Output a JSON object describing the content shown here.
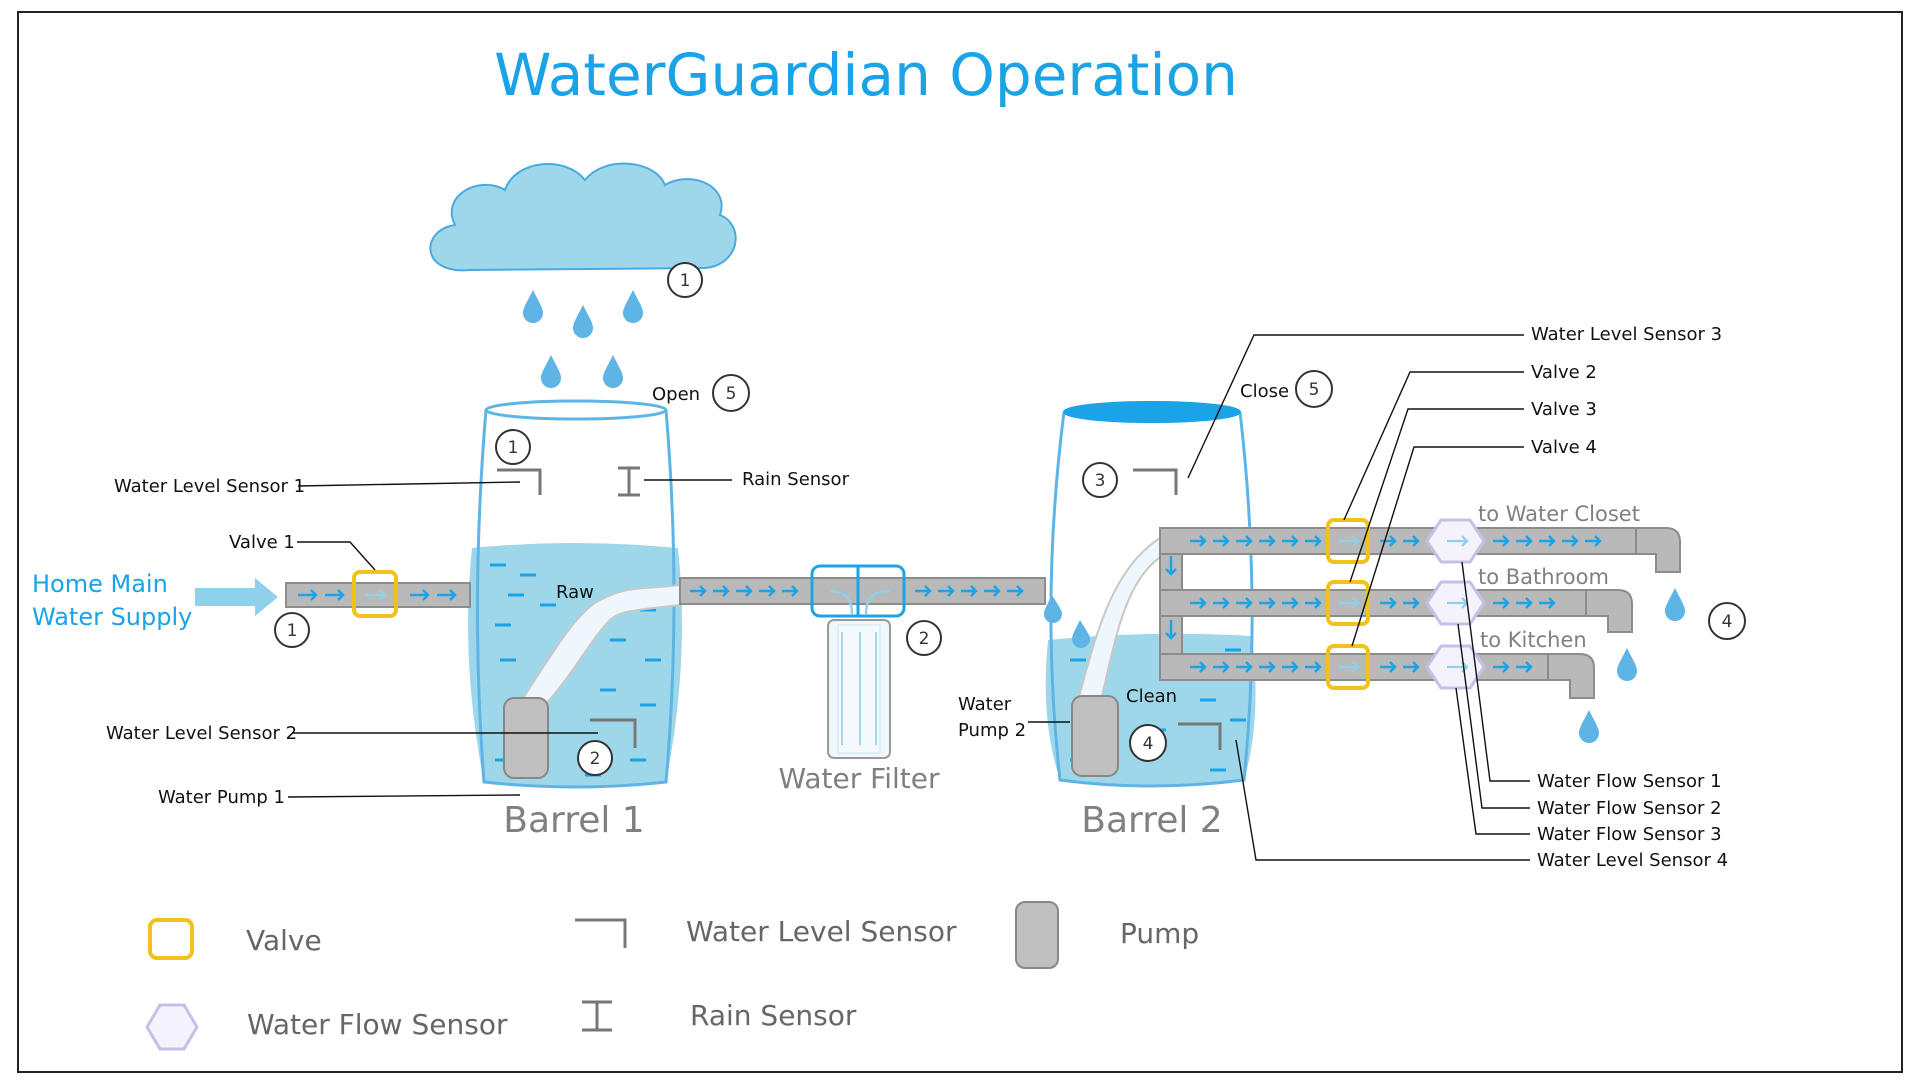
{
  "title": "WaterGuardian Operation",
  "source_label_line1": "Home Main",
  "source_label_line2": "Water Supply",
  "labels": {
    "water_level_sensor_1": "Water Level Sensor 1",
    "valve_1": "Valve 1",
    "water_level_sensor_2": "Water Level Sensor 2",
    "water_pump_1": "Water Pump 1",
    "rain_sensor": "Rain Sensor",
    "open": "Open",
    "close": "Close",
    "raw": "Raw",
    "clean": "Clean",
    "water_pump_2_line1": "Water",
    "water_pump_2_line2": "Pump 2",
    "water_level_sensor_3": "Water Level Sensor 3",
    "valve_2": "Valve 2",
    "valve_3": "Valve 3",
    "valve_4": "Valve 4",
    "water_flow_sensor_1": "Water Flow Sensor 1",
    "water_flow_sensor_2": "Water Flow Sensor 2",
    "water_flow_sensor_3": "Water Flow Sensor 3",
    "water_level_sensor_4": "Water Level Sensor 4"
  },
  "components": {
    "barrel_1": "Barrel 1",
    "barrel_2": "Barrel 2",
    "water_filter": "Water Filter"
  },
  "outlets": {
    "water_closet": "to Water Closet",
    "bathroom": "to Bathroom",
    "kitchen": "to Kitchen"
  },
  "step_numbers": {
    "cloud": "1",
    "barrel1_top": "1",
    "supply": "1",
    "barrel1_bottom": "2",
    "filter": "2",
    "barrel2_top": "3",
    "barrel2_bottom": "4",
    "outlets": "4",
    "open": "5",
    "close": "5"
  },
  "legend": {
    "valve": "Valve",
    "water_level_sensor": "Water Level Sensor",
    "pump": "Pump",
    "water_flow_sensor": "Water Flow Sensor",
    "rain_sensor": "Rain Sensor"
  },
  "colors": {
    "title": "#1aa3e6",
    "water": "#9fd7ea",
    "valve": "#f3c21a",
    "flow_sensor": "#c7bfe8",
    "pipe": "#b9b9b9",
    "arrow": "#1aa3e6"
  }
}
